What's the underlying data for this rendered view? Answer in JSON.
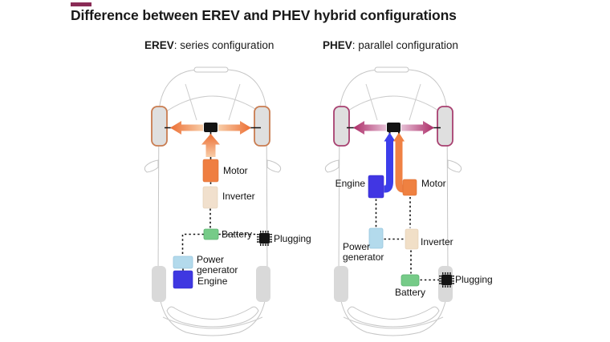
{
  "title": "Difference between EREV and PHEV hybrid configurations",
  "accent_bar_color": "#8A2B56",
  "panels": [
    {
      "name": "EREV",
      "heading_term": "EREV",
      "heading_desc": ": series configuration",
      "arrow_color": "#EC6E33",
      "arrow_color_light": "#F8CDA8",
      "wheel_highlight_color": "#C97C50",
      "labels": {
        "motor": "Motor",
        "inverter": "Inverter",
        "battery": "Battery",
        "plugging": "Plugging",
        "power_generator_line1": "Power",
        "power_generator_line2": "generator",
        "engine": "Engine"
      },
      "colors": {
        "motor": "#EF7E41",
        "inverter": "#F1E0CD",
        "battery": "#76CB88",
        "power_generator": "#B3DAEC",
        "engine": "#3F38E1",
        "axle": "#141414",
        "plugging_icon": "#141414"
      },
      "icons": {
        "plugging": "chip-icon"
      }
    },
    {
      "name": "PHEV",
      "heading_term": "PHEV",
      "heading_desc": ": parallel configuration",
      "arrow_color": "#AC2B66",
      "arrow_color_light": "#E6C0D6",
      "wheel_highlight_color": "#A84070",
      "drive_arrow_engine": "#3C3EEB",
      "drive_arrow_motor": "#EF8144",
      "labels": {
        "motor": "Motor",
        "inverter": "Inverter",
        "battery": "Battery",
        "plugging": "Plugging",
        "power_generator_line1": "Power",
        "power_generator_line2": "generator",
        "engine": "Engine"
      },
      "colors": {
        "motor": "#EF8141",
        "inverter": "#F1DFC7",
        "battery": "#76CB88",
        "power_generator": "#B3DAEC",
        "engine": "#4136E3",
        "axle": "#141414",
        "plugging_icon": "#141414"
      },
      "icons": {
        "plugging": "chip-icon"
      }
    }
  ]
}
